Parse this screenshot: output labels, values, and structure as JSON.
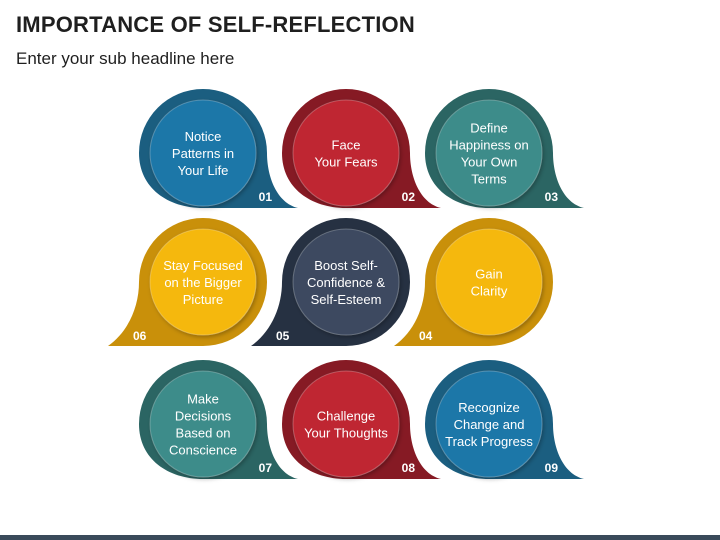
{
  "header": {
    "title": "IMPORTANCE OF SELF-REFLECTION",
    "subtitle": "Enter your sub headline here"
  },
  "colors": {
    "blue": "#1e77a8",
    "red": "#bf2733",
    "teal": "#3e8c8a",
    "gold": "#f5b80f",
    "slate": "#3c4a60",
    "dark_blue": "#1b5e80",
    "dark_red": "#861a24",
    "dark_teal": "#2b6563",
    "dark_gold": "#c9900a",
    "dark_slate": "#263142",
    "footer": "#3a4a5a"
  },
  "items": [
    {
      "number": "01",
      "lines": [
        "Notice",
        "Patterns in",
        "Your Life"
      ],
      "color": "blue"
    },
    {
      "number": "02",
      "lines": [
        "Face",
        "Your Fears"
      ],
      "color": "red"
    },
    {
      "number": "03",
      "lines": [
        "Define",
        "Happiness on",
        "Your Own",
        "Terms"
      ],
      "color": "teal"
    },
    {
      "number": "04",
      "lines": [
        "Gain",
        "Clarity"
      ],
      "color": "gold"
    },
    {
      "number": "05",
      "lines": [
        "Boost Self-",
        "Confidence &",
        "Self-Esteem"
      ],
      "color": "slate"
    },
    {
      "number": "06",
      "lines": [
        "Stay Focused",
        "on the Bigger",
        "Picture"
      ],
      "color": "gold"
    },
    {
      "number": "07",
      "lines": [
        "Make",
        "Decisions",
        "Based on",
        "Conscience"
      ],
      "color": "teal"
    },
    {
      "number": "08",
      "lines": [
        "Challenge",
        "Your Thoughts"
      ],
      "color": "red"
    },
    {
      "number": "09",
      "lines": [
        "Recognize",
        "Change and",
        "Track Progress"
      ],
      "color": "blue"
    }
  ]
}
